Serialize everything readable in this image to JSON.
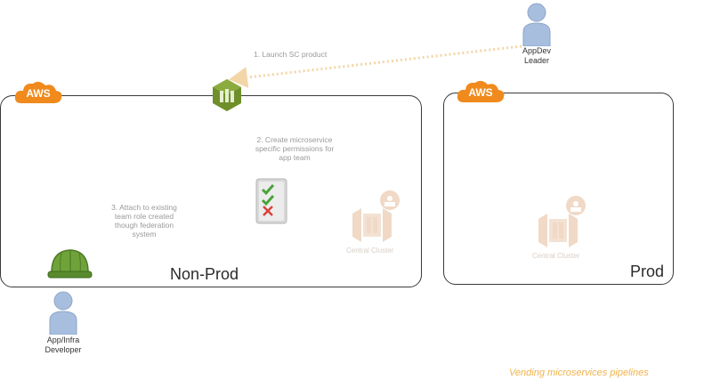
{
  "accounts": {
    "nonprod": {
      "badge": "AWS",
      "name": "Non-Prod",
      "cluster_label": "Central Cluster"
    },
    "prod": {
      "badge": "AWS",
      "name": "Prod",
      "cluster_label": "Central Cluster"
    }
  },
  "people": {
    "leader": {
      "label_line1": "AppDev",
      "label_line2": "Leader",
      "icon": "user-icon"
    },
    "developer": {
      "label_line1": "App/Infra",
      "label_line2": "Developer",
      "icon": "user-icon"
    }
  },
  "steps": {
    "step1": "1. Launch SC product",
    "step2_line1": "2. Create microservice",
    "step2_line2": "specific permissions for",
    "step2_line3": "app team",
    "step3_line1": "3. Attach to existing",
    "step3_line2": "team role created",
    "step3_line3": "though federation",
    "step3_line4": "system"
  },
  "caption": "Vending microservices pipelines",
  "colors": {
    "aws_orange": "#f08a1c",
    "arrow": "#f3d6a8",
    "catalog_green": "#6f8f2a",
    "check_green": "#4aa33a",
    "cross_red": "#d9443a",
    "user_blue": "#a7bedf",
    "caption_orange": "#f1b34b",
    "cluster_faded": "#f0d9c6"
  }
}
